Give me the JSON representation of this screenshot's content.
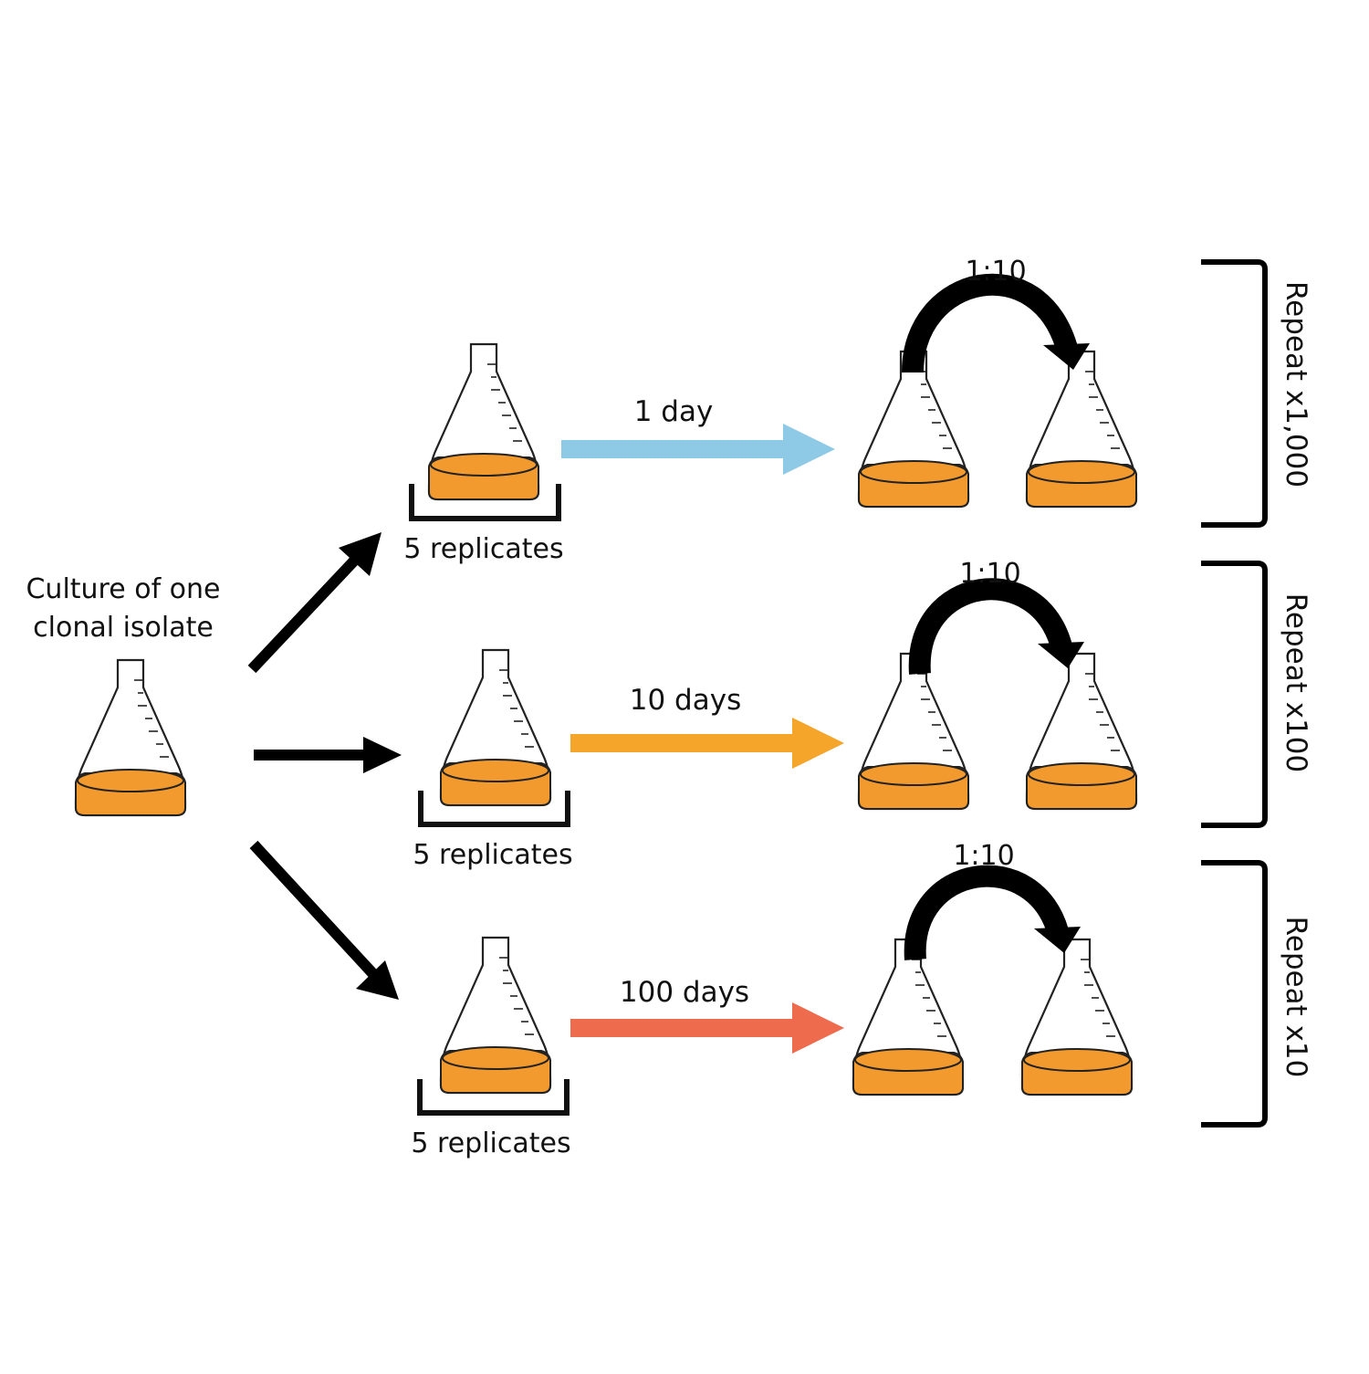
{
  "source": {
    "label_line1": "Culture of one",
    "label_line2": "clonal isolate"
  },
  "colors": {
    "liquid": "#f29a2e",
    "flask_stroke": "#222222",
    "branch_arrow": "#000000",
    "transfer_arrow": "#000000"
  },
  "rows": [
    {
      "duration": "1 day",
      "replicates": "5 replicates",
      "ratio": "1:10",
      "repeat": "Repeat x1,000",
      "arrow_color": "#8ecae6"
    },
    {
      "duration": "10 days",
      "replicates": "5 replicates",
      "ratio": "1:10",
      "repeat": "Repeat x100",
      "arrow_color": "#f4a52a"
    },
    {
      "duration": "100 days",
      "replicates": "5 replicates",
      "ratio": "1:10",
      "repeat": "Repeat x10",
      "arrow_color": "#ee6b4d"
    }
  ]
}
